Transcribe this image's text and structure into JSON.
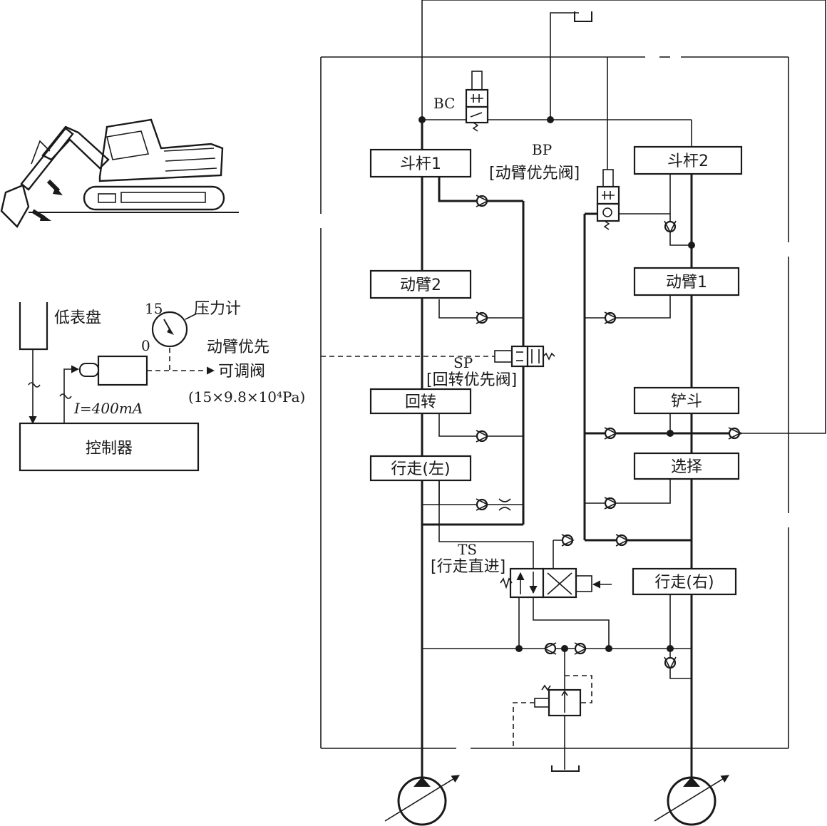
{
  "left_panel": {
    "dial_label": "低表盘",
    "gauge_max": "15",
    "gauge_zero": "0",
    "gauge_label": "压力计",
    "current_label": "I=400mA",
    "controller_label": "控制器",
    "valve_label_1": "动臂优先",
    "valve_label_2": "可调阀",
    "valve_pressure": "(15×9.8×10⁴Pa)"
  },
  "circuit": {
    "bc_label": "BC",
    "bp_label": "BP",
    "bp_name": "[动臂优先阀]",
    "sp_label": "SP",
    "sp_name": "[回转优先阀]",
    "ts_label": "TS",
    "ts_name": "[行走直进]",
    "spools": {
      "arm1": "斗杆1",
      "boom2": "动臂2",
      "swing": "回转",
      "travel_left": "行走(左)",
      "arm2": "斗杆2",
      "boom1": "动臂1",
      "bucket": "铲斗",
      "select": "选择",
      "travel_right": "行走(右)"
    }
  }
}
